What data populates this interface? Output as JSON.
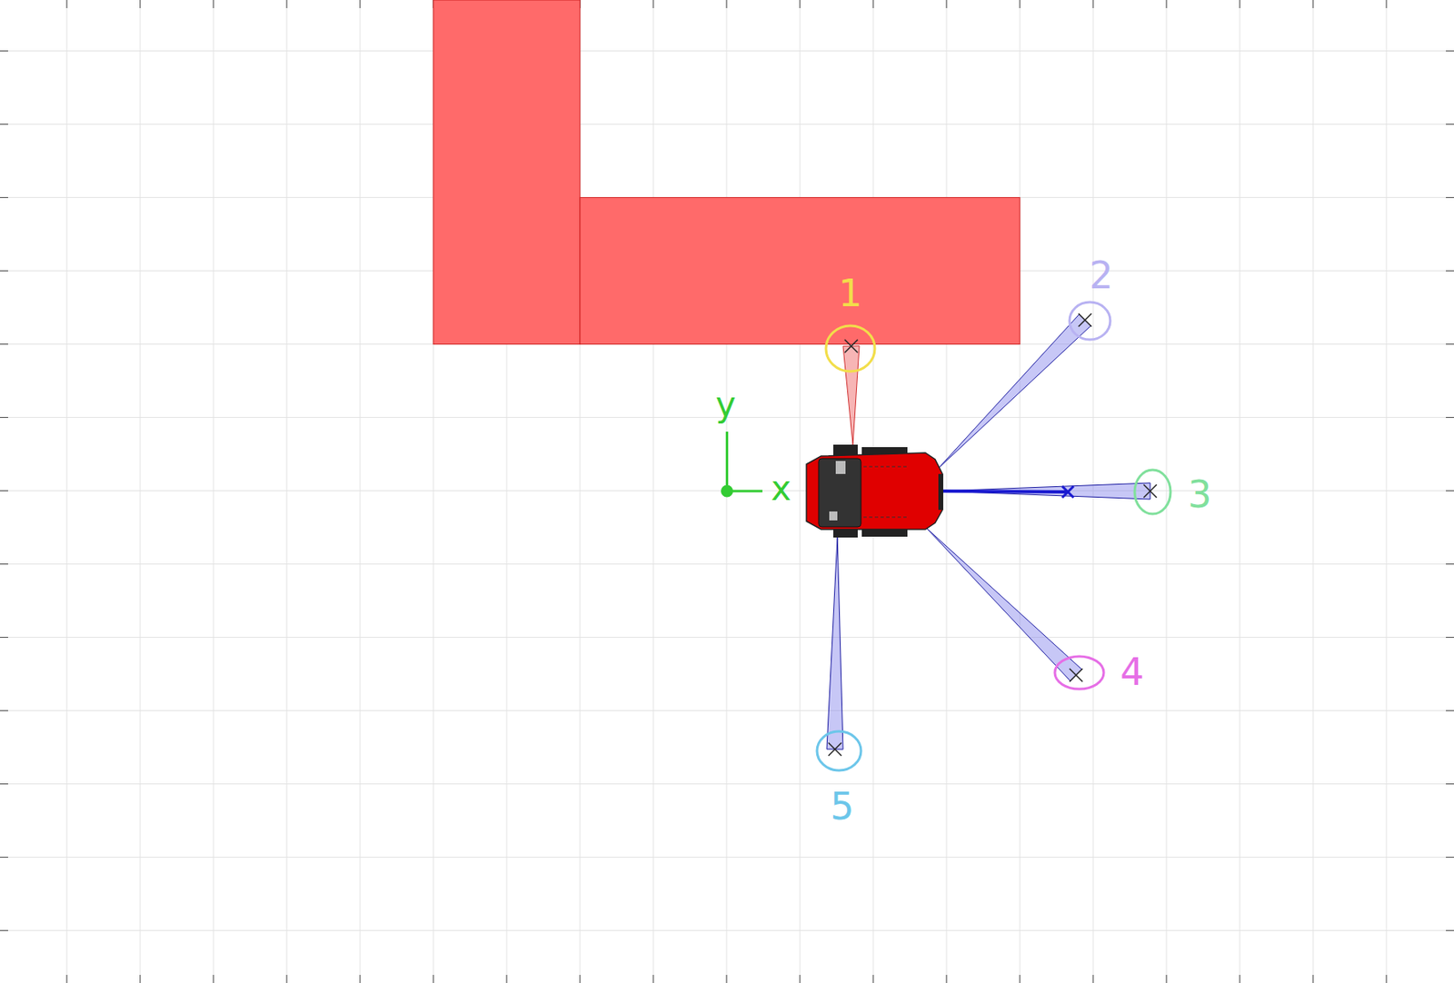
{
  "diagram": {
    "labels": [
      "y",
      "x",
      "1",
      "2",
      "3",
      "4",
      "5"
    ]
  }
}
